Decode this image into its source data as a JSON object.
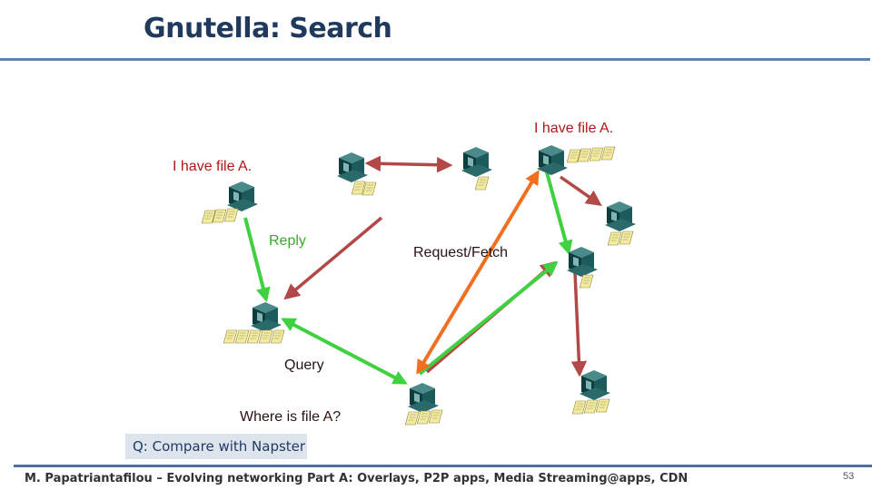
{
  "slide": {
    "title": "Gnutella: Search",
    "question": "Q: Compare with Napster",
    "footer": "M. Papatriantafilou – Evolving networking Part A: Overlays, P2P apps, Media Streaming@apps, CDN",
    "page_number": "53"
  },
  "diagram": {
    "labels": {
      "have_file_top_right": "I have file A.",
      "have_file_left": "I have file A.",
      "reply": "Reply",
      "request_fetch": "Request/Fetch",
      "query": "Query",
      "where_is_file": "Where is file A?"
    },
    "colors": {
      "query_arrow": "#b34848",
      "reply_arrow": "#3fd13f",
      "fetch_arrow": "#f07020",
      "label_red": "#b01818",
      "label_green": "#3fa62d",
      "computer_teal": "#1c5b5b",
      "file_yellow": "#f4ec9a"
    },
    "icons": [
      "computer-icon",
      "file-icon"
    ]
  }
}
